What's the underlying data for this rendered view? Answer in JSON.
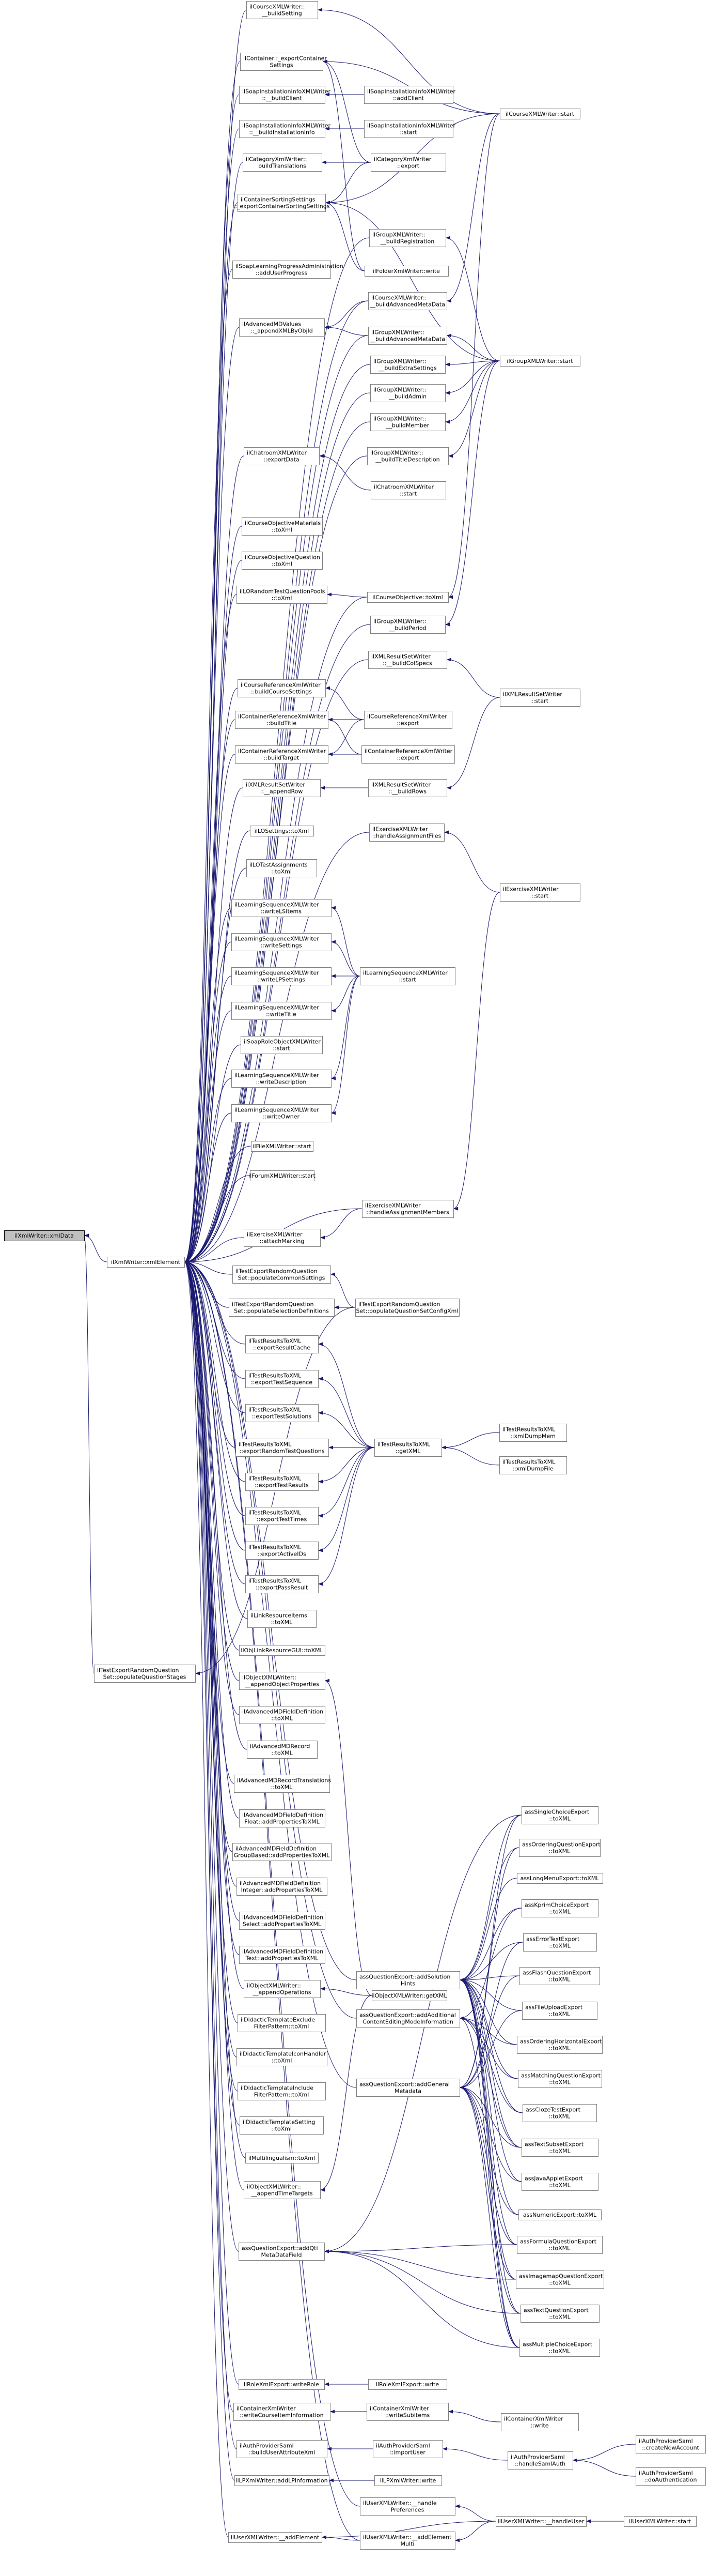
{
  "graph": {
    "root": "ilXmlWriter::xmlData",
    "nodes": [
      {
        "id": "root",
        "lines": [
          "ilXmlWriter::xmlData"
        ]
      },
      {
        "id": "xmlelement",
        "lines": [
          "ilXmlWriter::xmlElement"
        ]
      },
      {
        "id": "tergetqs",
        "lines": [
          "ilTestExportRandomQuestion",
          "Set::populateQuestionStages"
        ]
      },
      {
        "id": "cxbuildsetting",
        "lines": [
          "ilCourseXMLWriter::",
          "__buildSetting"
        ]
      },
      {
        "id": "contexport",
        "lines": [
          "ilContainer::_exportContainer",
          "Settings"
        ]
      },
      {
        "id": "soapbuildclient",
        "lines": [
          "ilSoapInstallationInfoXMLWriter",
          "::__buildClient"
        ]
      },
      {
        "id": "soapaddclient",
        "lines": [
          "ilSoapInstallationInfoXMLWriter",
          "::addClient"
        ]
      },
      {
        "id": "soapbuildinst",
        "lines": [
          "ilSoapInstallationInfoXMLWriter",
          "::__buildInstallationInfo"
        ]
      },
      {
        "id": "soapstart",
        "lines": [
          "ilSoapInstallationInfoXMLWriter",
          "::start"
        ]
      },
      {
        "id": "coursestart",
        "lines": [
          "ilCourseXMLWriter::start"
        ]
      },
      {
        "id": "catbuildtrans",
        "lines": [
          "ilCategoryXmlWriter::",
          "buildTranslations"
        ]
      },
      {
        "id": "catexport",
        "lines": [
          "ilCategoryXmlWriter",
          "::export"
        ]
      },
      {
        "id": "contsorting",
        "lines": [
          "ilContainerSortingSettings",
          "::_exportContainerSortingSettings"
        ]
      },
      {
        "id": "groupbuildreg",
        "lines": [
          "ilGroupXMLWriter::",
          "__buildRegistration"
        ]
      },
      {
        "id": "folderwrite",
        "lines": [
          "ilFolderXmlWriter::write"
        ]
      },
      {
        "id": "soaplearning",
        "lines": [
          "ilSoapLearningProgressAdministration",
          "::addUserProgress"
        ]
      },
      {
        "id": "cxbuildadvmeta",
        "lines": [
          "ilCourseXMLWriter::",
          "__buildAdvancedMetaData"
        ]
      },
      {
        "id": "advmdappend",
        "lines": [
          "ilAdvancedMDValues",
          "::_appendXMLByObjId"
        ]
      },
      {
        "id": "gxbuildadvmeta",
        "lines": [
          "ilGroupXMLWriter::",
          "__buildAdvancedMetaData"
        ]
      },
      {
        "id": "groupstart",
        "lines": [
          "ilGroupXMLWriter::start"
        ]
      },
      {
        "id": "gxextra",
        "lines": [
          "ilGroupXMLWriter::",
          "__buildExtraSettings"
        ]
      },
      {
        "id": "gxadmin",
        "lines": [
          "ilGroupXMLWriter::",
          "__buildAdmin"
        ]
      },
      {
        "id": "gxmember",
        "lines": [
          "ilGroupXMLWriter::",
          "__buildMember"
        ]
      },
      {
        "id": "gxtitledesc",
        "lines": [
          "ilGroupXMLWriter::",
          "__buildTitleDescription"
        ]
      },
      {
        "id": "chatexport",
        "lines": [
          "ilChatroomXMLWriter",
          "::exportData"
        ]
      },
      {
        "id": "chatstart",
        "lines": [
          "ilChatroomXMLWriter",
          "::start"
        ]
      },
      {
        "id": "coursematerials",
        "lines": [
          "ilCourseObjectiveMaterials",
          "::toXml"
        ]
      },
      {
        "id": "coursequestion",
        "lines": [
          "ilCourseObjectiveQuestion",
          "::toXml"
        ]
      },
      {
        "id": "lorandom",
        "lines": [
          "ilLORandomTestQuestionPools",
          "::toXml"
        ]
      },
      {
        "id": "courseobjective",
        "lines": [
          "ilCourseObjective::toXml"
        ]
      },
      {
        "id": "gxperiod",
        "lines": [
          "ilGroupXMLWriter::",
          "__buildPeriod"
        ]
      },
      {
        "id": "xmlrsbuildcolspecs",
        "lines": [
          "ilXMLResultSetWriter",
          "::__buildColSpecs"
        ]
      },
      {
        "id": "xmlrsstart",
        "lines": [
          "ilXMLResultSetWriter",
          "::start"
        ]
      },
      {
        "id": "crsrefbuildsettings",
        "lines": [
          "ilCourseReferenceXmlWriter",
          "::buildCourseSettings"
        ]
      },
      {
        "id": "crsrefexport",
        "lines": [
          "ilCourseReferenceXmlWriter",
          "::export"
        ]
      },
      {
        "id": "contrefbuildtitle",
        "lines": [
          "ilContainerReferenceXmlWriter",
          "::buildTitle"
        ]
      },
      {
        "id": "contrefbuildtarget",
        "lines": [
          "ilContainerReferenceXmlWriter",
          "::buildTarget"
        ]
      },
      {
        "id": "contrefexport",
        "lines": [
          "ilContainerReferenceXmlWriter",
          "::export"
        ]
      },
      {
        "id": "xmlrsappendrow",
        "lines": [
          "ilXMLResultSetWriter",
          "::__appendRow"
        ]
      },
      {
        "id": "xmlrsbuildrows",
        "lines": [
          "ilXMLResultSetWriter",
          "::__buildRows"
        ]
      },
      {
        "id": "exercisehandleassign",
        "lines": [
          "ilExerciseXMLWriter",
          "::handleAssignmentFiles"
        ]
      },
      {
        "id": "losettings",
        "lines": [
          "ilLOSettings::toXml"
        ]
      },
      {
        "id": "exercisestart",
        "lines": [
          "ilExerciseXMLWriter",
          "::start"
        ]
      },
      {
        "id": "lotestassign",
        "lines": [
          "ilLOTestAssignments",
          "::toXml"
        ]
      },
      {
        "id": "lsxschema",
        "lines": [
          "ilLearningSequenceXMLWriter",
          "::writeLSItems"
        ]
      },
      {
        "id": "lsxsettings",
        "lines": [
          "ilLearningSequenceXMLWriter",
          "::writeSettings"
        ]
      },
      {
        "id": "lsxlpsettings",
        "lines": [
          "ilLearningSequenceXMLWriter",
          "::writeLPSettings"
        ]
      },
      {
        "id": "lsxstart",
        "lines": [
          "ilLearningSequenceXMLWriter",
          "::start"
        ]
      },
      {
        "id": "lsxtitle",
        "lines": [
          "ilLearningSequenceXMLWriter",
          "::writeTitle"
        ]
      },
      {
        "id": "soaproleobj",
        "lines": [
          "ilSoapRoleObjectXMLWriter",
          "::start"
        ]
      },
      {
        "id": "lsxdesc",
        "lines": [
          "ilLearningSequenceXMLWriter",
          "::writeDescription"
        ]
      },
      {
        "id": "lsxowner",
        "lines": [
          "ilLearningSequenceXMLWriter",
          "::writeOwner"
        ]
      },
      {
        "id": "filexml",
        "lines": [
          "ilFileXMLWriter::start"
        ]
      },
      {
        "id": "forumxml",
        "lines": [
          "ilForumXMLWriter::start"
        ]
      },
      {
        "id": "exercisehandlemembers",
        "lines": [
          "ilExerciseXMLWriter",
          "::handleAssignmentMembers"
        ]
      },
      {
        "id": "exerciseattach",
        "lines": [
          "ilExerciseXMLWriter",
          "::attachMarking"
        ]
      },
      {
        "id": "tergetcommon",
        "lines": [
          "ilTestExportRandomQuestion",
          "Set::populateCommonSettings"
        ]
      },
      {
        "id": "tergetselection",
        "lines": [
          "ilTestExportRandomQuestion",
          "Set::populateSelectionDefinitions"
        ]
      },
      {
        "id": "tergetconfig",
        "lines": [
          "ilTestExportRandomQuestion",
          "Set::populateQuestionSetConfigXml"
        ]
      },
      {
        "id": "trresultcache",
        "lines": [
          "ilTestResultsToXML",
          "::exportResultCache"
        ]
      },
      {
        "id": "trtestsequence",
        "lines": [
          "ilTestResultsToXML",
          "::exportTestSequence"
        ]
      },
      {
        "id": "trtestsolutions",
        "lines": [
          "ilTestResultsToXML",
          "::exportTestSolutions"
        ]
      },
      {
        "id": "trrandomquestions",
        "lines": [
          "ilTestResultsToXML",
          "::exportRandomTestQuestions"
        ]
      },
      {
        "id": "trgetxml",
        "lines": [
          "ilTestResultsToXML",
          "::getXML"
        ]
      },
      {
        "id": "trxmldumpmem",
        "lines": [
          "ilTestResultsToXML",
          "::xmlDumpMem"
        ]
      },
      {
        "id": "trtestresults",
        "lines": [
          "ilTestResultsToXML",
          "::exportTestResults"
        ]
      },
      {
        "id": "trxmldumpfile",
        "lines": [
          "ilTestResultsToXML",
          "::xmlDumpFile"
        ]
      },
      {
        "id": "trtesttimes",
        "lines": [
          "ilTestResultsToXML",
          "::exportTestTimes"
        ]
      },
      {
        "id": "tractiveids",
        "lines": [
          "ilTestResultsToXML",
          "::exportActiveIDs"
        ]
      },
      {
        "id": "trpassresult",
        "lines": [
          "ilTestResultsToXML",
          "::exportPassResult"
        ]
      },
      {
        "id": "linkresource",
        "lines": [
          "ilLinkResourceItems",
          "::toXML"
        ]
      },
      {
        "id": "objlinkresource",
        "lines": [
          "ilObjLinkResourceGUI::toXML"
        ]
      },
      {
        "id": "objxmlappendprops",
        "lines": [
          "ilObjectXMLWriter::",
          "__appendObjectProperties"
        ]
      },
      {
        "id": "advmdfielddef",
        "lines": [
          "ilAdvancedMDFieldDefinition",
          "::toXML"
        ]
      },
      {
        "id": "advmdrecord",
        "lines": [
          "ilAdvancedMDRecord",
          "::toXML"
        ]
      },
      {
        "id": "advmdrecordtrans",
        "lines": [
          "ilAdvancedMDRecordTranslations",
          "::toXML"
        ]
      },
      {
        "id": "advmdfloat",
        "lines": [
          "ilAdvancedMDFieldDefinition",
          "Float::addPropertiesToXML"
        ]
      },
      {
        "id": "advmdgroupbased",
        "lines": [
          "ilAdvancedMDFieldDefinition",
          "GroupBased::addPropertiesToXML"
        ]
      },
      {
        "id": "advmdinteger",
        "lines": [
          "ilAdvancedMDFieldDefinition",
          "Integer::addPropertiesToXML"
        ]
      },
      {
        "id": "advmdselect",
        "lines": [
          "ilAdvancedMDFieldDefinition",
          "Select::addPropertiesToXML"
        ]
      },
      {
        "id": "advmdtext",
        "lines": [
          "ilAdvancedMDFieldDefinition",
          "Text::addPropertiesToXML"
        ]
      },
      {
        "id": "objxmlappendops",
        "lines": [
          "ilObjectXMLWriter::",
          "__appendOperations"
        ]
      },
      {
        "id": "objxmlgetxml",
        "lines": [
          "ilObjectXMLWriter::getXML"
        ]
      },
      {
        "id": "didacticexclude",
        "lines": [
          "ilDidacticTemplateExclude",
          "FilterPattern::toXml"
        ]
      },
      {
        "id": "didactichandler",
        "lines": [
          "ilDidacticTemplateIconHandler",
          "::toXml"
        ]
      },
      {
        "id": "didacticinclude",
        "lines": [
          "ilDidacticTemplateInclude",
          "FilterPattern::toXml"
        ]
      },
      {
        "id": "didacticsetting",
        "lines": [
          "ilDidacticTemplateSetting",
          "::toXml"
        ]
      },
      {
        "id": "multilingual",
        "lines": [
          "ilMultilingualism::toXml"
        ]
      },
      {
        "id": "objxmlappendtime",
        "lines": [
          "ilObjectXMLWriter::",
          "__appendTimeTargets"
        ]
      },
      {
        "id": "singlechoice",
        "lines": [
          "assSingleChoiceExport",
          "::toXML"
        ]
      },
      {
        "id": "orderingquestion",
        "lines": [
          "assOrderingQuestionExport",
          "::toXML"
        ]
      },
      {
        "id": "longmenu",
        "lines": [
          "assLongMenuExport::toXML"
        ]
      },
      {
        "id": "kprimchoice",
        "lines": [
          "assKprimChoiceExport",
          "::toXML"
        ]
      },
      {
        "id": "errortext",
        "lines": [
          "assErrorTextExport",
          "::toXML"
        ]
      },
      {
        "id": "qeaddsolution",
        "lines": [
          "assQuestionExport::addSolution",
          "Hints"
        ]
      },
      {
        "id": "flashquestion",
        "lines": [
          "assFlashQuestionExport",
          "::toXML"
        ]
      },
      {
        "id": "fileupload",
        "lines": [
          "assFileUploadExport",
          "::toXML"
        ]
      },
      {
        "id": "qeaddcontent",
        "lines": [
          "assQuestionExport::addAdditional",
          "ContentEditingModeInformation"
        ]
      },
      {
        "id": "orderinghorizontal",
        "lines": [
          "assOrderingHorizontalExport",
          "::toXML"
        ]
      },
      {
        "id": "matchingquestion",
        "lines": [
          "assMatchingQuestionExport",
          "::toXML"
        ]
      },
      {
        "id": "qeaddgeneral",
        "lines": [
          "assQuestionExport::addGeneral",
          "Metadata"
        ]
      },
      {
        "id": "clozetest",
        "lines": [
          "assClozeTestExport",
          "::toXML"
        ]
      },
      {
        "id": "textsubset",
        "lines": [
          "assTextSubsetExport",
          "::toXML"
        ]
      },
      {
        "id": "javaapplet",
        "lines": [
          "assJavaAppletExport",
          "::toXML"
        ]
      },
      {
        "id": "numeric",
        "lines": [
          "assNumericExport::toXML"
        ]
      },
      {
        "id": "formulaquestion",
        "lines": [
          "assFormulaQuestionExport",
          "::toXML"
        ]
      },
      {
        "id": "imagemap",
        "lines": [
          "assImagemapQuestionExport",
          "::toXML"
        ]
      },
      {
        "id": "qeaddqti",
        "lines": [
          "assQuestionExport::addQti",
          "MetaDataField"
        ]
      },
      {
        "id": "textquestion",
        "lines": [
          "assTextQuestionExport",
          "::toXML"
        ]
      },
      {
        "id": "multiplechoice",
        "lines": [
          "assMultipleChoiceExport",
          "::toXML"
        ]
      },
      {
        "id": "rolexmlwriterole",
        "lines": [
          "ilRoleXmlExport::writeRole"
        ]
      },
      {
        "id": "rolexmlwrite",
        "lines": [
          "ilRoleXmlExport::write"
        ]
      },
      {
        "id": "contxmlcourseitem",
        "lines": [
          "ilContainerXmlWriter",
          "::writeCourseItemInformation"
        ]
      },
      {
        "id": "contxmlsubitems",
        "lines": [
          "ilContainerXmlWriter",
          "::writeSubitems"
        ]
      },
      {
        "id": "contxmlwrite",
        "lines": [
          "ilContainerXmlWriter",
          "::write"
        ]
      },
      {
        "id": "authsamlbuild",
        "lines": [
          "ilAuthProviderSaml",
          "::buildUserAttributeXml"
        ]
      },
      {
        "id": "authsamlimport",
        "lines": [
          "ilAuthProviderSaml",
          "::importUser"
        ]
      },
      {
        "id": "authsamlhandle",
        "lines": [
          "ilAuthProviderSaml",
          "::handleSamlAuth"
        ]
      },
      {
        "id": "authsamlcreate",
        "lines": [
          "ilAuthProviderSaml",
          "::createNewAccount"
        ]
      },
      {
        "id": "authsamldoauth",
        "lines": [
          "ilAuthProviderSaml",
          "::doAuthentication"
        ]
      },
      {
        "id": "lpxmlinfo",
        "lines": [
          "ilLPXmlWriter::addLPInformation"
        ]
      },
      {
        "id": "lpxmlwrite",
        "lines": [
          "ilLPXmlWriter::write"
        ]
      },
      {
        "id": "userhandlepref",
        "lines": [
          "ilUserXMLWriter::__handle",
          "Preferences"
        ]
      },
      {
        "id": "useraddelement",
        "lines": [
          "ilUserXMLWriter::__addElement"
        ]
      },
      {
        "id": "useraddelementmulti",
        "lines": [
          "ilUserXMLWriter::__addElement",
          "Multi"
        ]
      },
      {
        "id": "userhandleuser",
        "lines": [
          "ilUserXMLWriter::__handleUser"
        ]
      },
      {
        "id": "userstart",
        "lines": [
          "ilUserXMLWriter::start"
        ]
      }
    ]
  }
}
